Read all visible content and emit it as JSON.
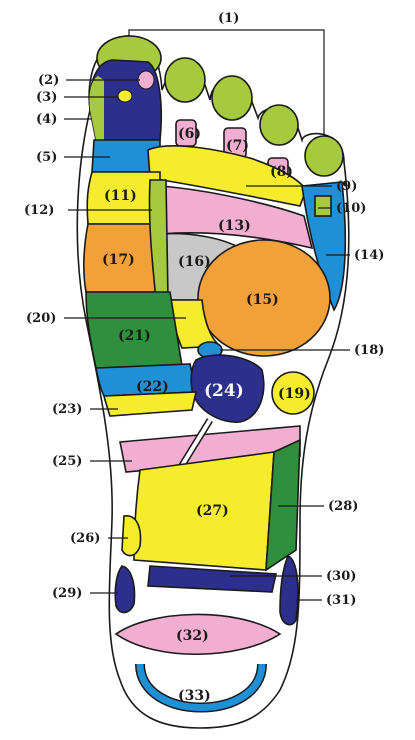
{
  "labels": {
    "l1": "(1)",
    "l2": "(2)",
    "l3": "(3)",
    "l4": "(4)",
    "l5": "(5)",
    "l6": "(6)",
    "l7": "(7)",
    "l8": "(8)",
    "l9": "(9)",
    "l10": "(10)",
    "l11": "(11)",
    "l12": "(12)",
    "l13": "(13)",
    "l14": "(14)",
    "l15": "(15)",
    "l16": "(16)",
    "l17": "(17)",
    "l18": "(18)",
    "l19": "(19)",
    "l20": "(20)",
    "l21": "(21)",
    "l22": "(22)",
    "l23": "(23)",
    "l24": "(24)",
    "l25": "(25)",
    "l26": "(26)",
    "l27": "(27)",
    "l28": "(28)",
    "l29": "(29)",
    "l30": "(30)",
    "l31": "(31)",
    "l32": "(32)",
    "l33": "(33)"
  },
  "colors": {
    "green": "#a6c93e",
    "navy": "#2c2f8c",
    "blue": "#1f8fd6",
    "yellow": "#f4ec2c",
    "pink": "#f2aed0",
    "orange": "#f2a13a",
    "darkgreen": "#2f8f3c",
    "gray": "#c8c8c8"
  }
}
